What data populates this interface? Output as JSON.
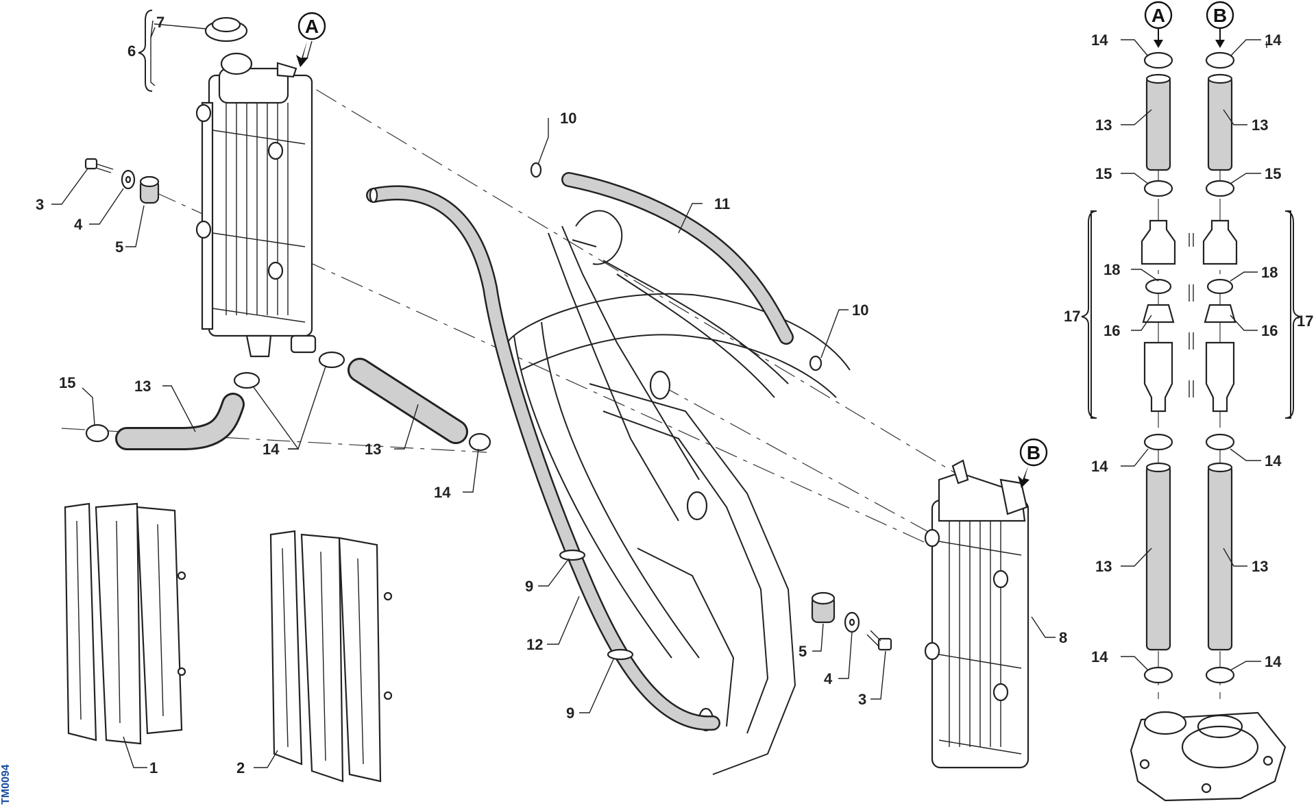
{
  "drawing_id": "TM0094",
  "connection_markers": {
    "a": "A",
    "b": "B"
  },
  "callouts": {
    "c1": "1",
    "c2": "2",
    "c3a": "3",
    "c3b": "3",
    "c4a": "4",
    "c4b": "4",
    "c5a": "5",
    "c5b": "5",
    "c6": "6",
    "c7": "7",
    "c8": "8",
    "c9a": "9",
    "c9b": "9",
    "c10a": "10",
    "c10b": "10",
    "c11": "11",
    "c12": "12",
    "c13a": "13",
    "c13b": "13",
    "c13c": "13",
    "c13d": "13",
    "c13e": "13",
    "c13f": "13",
    "c14a": "14",
    "c14b": "14",
    "c14c": "14",
    "c14d": "14",
    "c14e": "14",
    "c14f": "14",
    "c14g": "14",
    "c14h": "14",
    "c15a": "15",
    "c15b": "15",
    "c15c": "15",
    "c16a": "16",
    "c16b": "16",
    "c17a": "17",
    "c17b": "17",
    "c18a": "18",
    "c18b": "18"
  }
}
